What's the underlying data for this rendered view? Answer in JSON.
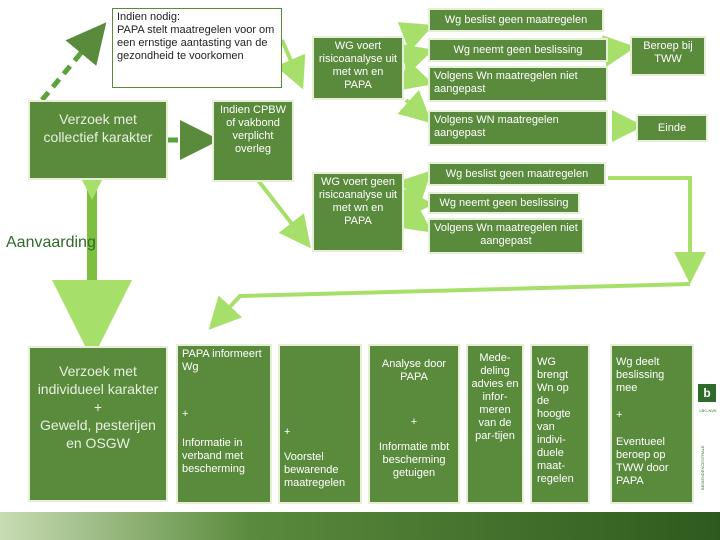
{
  "top_note": "Indien nodig:\nPAPA stelt maatregelen voor om een ernstige aantasting van de gezondheid te voorkomen",
  "collective_request": "Verzoek met collectief karakter",
  "cpbw_note": "Indien CPBW of vakbond verplicht overleg",
  "wg_risk_analysis": "WG voert risicoanalyse uit met wn en PAPA",
  "wg_no_risk_analysis": "WG voert geen risicoanalyse uit met wn en PAPA",
  "branch_top": {
    "no_measures": "Wg beslist geen maatregelen",
    "no_decision": "Wg neemt geen beslissing",
    "not_applied": "Volgens Wn maatregelen niet aangepast",
    "appeal": "Beroep bij TWW",
    "applied": "Volgens WN maatregelen aangepast",
    "end": "Einde"
  },
  "branch_bottom": {
    "no_measures": "Wg beslist geen maatregelen",
    "no_decision": "Wg neemt geen beslissing",
    "not_applied": "Volgens Wn maatregelen niet aangepast"
  },
  "acceptance": "Aanvaarding",
  "individual_request": "Verzoek met individueel karakter\n+\nGeweld, pesterijen en OSGW",
  "papa_informs": "PAPA informeert Wg",
  "plus1": "+",
  "info_protection": "Informatie in verband met bescherming",
  "plus2": "+",
  "proposal": "Voorstel bewarende maatregelen",
  "analysis_papa": "Analyse door PAPA",
  "plus3": "+",
  "info_witnesses": "Informatie mbt bescherming getuigen",
  "notification": "Mede-deling advies en infor-meren van de par-tijen",
  "wg_brings": "WG brengt Wn op de hoogte van indivi-duele maat-regelen",
  "wg_shares": "Wg deelt beslissing mee",
  "plus4": "+",
  "possible_appeal": "Eventueel beroep op TWW door PAPA",
  "logo_text": "LBC-NVK",
  "side_text": "BEDIENDENCENTRALE",
  "colors": {
    "box_green": "#5a8a3c",
    "arrow_green": "#7fbf3f",
    "dark_green": "#2f6b2a"
  }
}
